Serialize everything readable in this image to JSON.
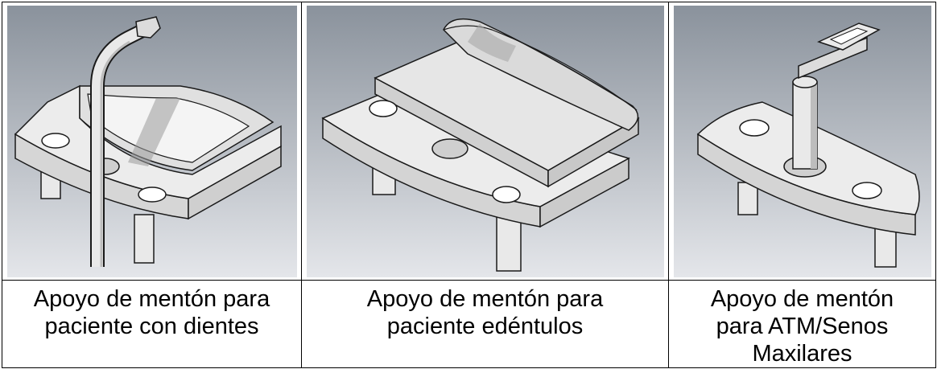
{
  "figures": [
    {
      "image_name": "chin-rest-with-teeth",
      "caption_lines": [
        "Apoyo de mentón para",
        "paciente con dientes"
      ]
    },
    {
      "image_name": "chin-rest-edentulous",
      "caption_lines": [
        "Apoyo de mentón para",
        "paciente edéntulos"
      ]
    },
    {
      "image_name": "chin-rest-tmj-sinus",
      "caption_lines": [
        "Apoyo de mentón",
        "para ATM/Senos",
        "Maxilares"
      ]
    }
  ],
  "colors": {
    "background_top": "#8a929c",
    "background_bottom": "#e6e8ec",
    "part_fill": "#e9e9e9",
    "part_shade": "#bdbdbd",
    "outline": "#1a1a1a"
  }
}
